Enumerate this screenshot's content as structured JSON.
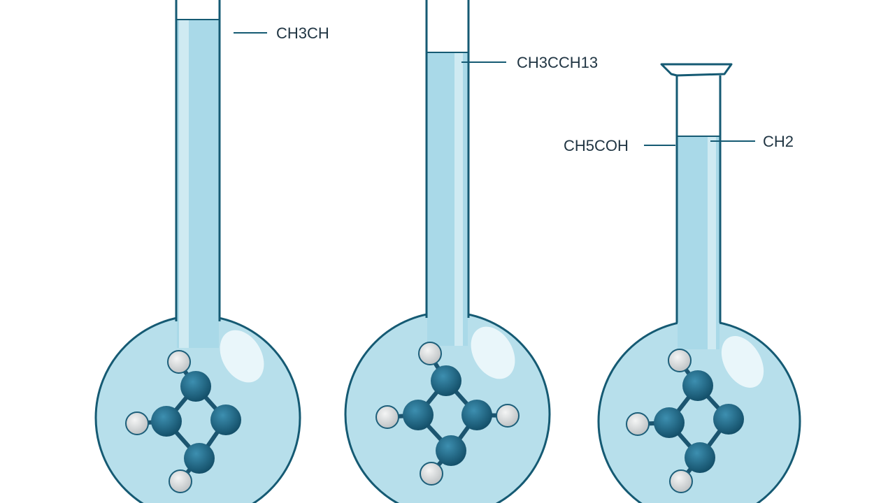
{
  "colors": {
    "glass_outline": "#155a73",
    "liquid": "#a9d9e8",
    "liquid_light": "#cfeaf2",
    "bulb_fill": "#b7dfeb",
    "highlight": "#e9f6fa",
    "atom_dark": "#1d5f7a",
    "atom_light": "#d6d8d9",
    "bond": "#1b5570"
  },
  "flasks": [
    {
      "name": "flask-left",
      "label": "CH3CH"
    },
    {
      "name": "flask-middle",
      "label": "CH3CCH13"
    },
    {
      "name": "flask-right",
      "label_left": "CH5COH",
      "label_right": "CH2"
    }
  ]
}
